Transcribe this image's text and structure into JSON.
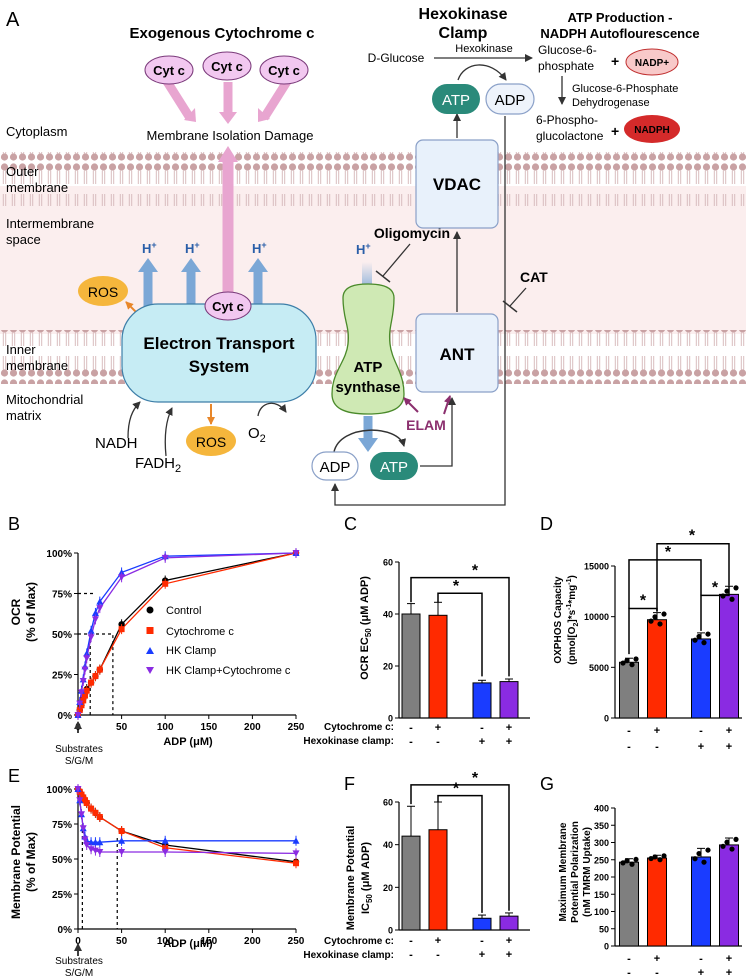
{
  "diagram": {
    "panel_label": "A",
    "exogenous_title": "Exogenous Cytochrome c",
    "cytc": "Cyt c",
    "membrane_damage": "Membrane Isolation Damage",
    "hexokinase_title": [
      "Hexokinase",
      "Clamp"
    ],
    "atp_production_title": [
      "ATP Production -",
      "NADPH Autoflourescence"
    ],
    "d_glucose": "D-Glucose",
    "hexokinase": "Hexokinase",
    "g6p": [
      "Glucose-6-",
      "phosphate"
    ],
    "plus": "+",
    "nadp_plus": "NADP+",
    "g6pd": [
      "Glucose-6-Phosphate",
      "Dehydrogenase"
    ],
    "pgl": [
      "6-Phospho-",
      "glucolactone"
    ],
    "nadph": "NADPH",
    "atp": "ATP",
    "adp": "ADP",
    "cytoplasm": "Cytoplasm",
    "outer_membrane": [
      "Outer",
      "membrane"
    ],
    "intermembrane": [
      "Intermembrane",
      "space"
    ],
    "inner_membrane": [
      "Inner",
      "membrane"
    ],
    "matrix": [
      "Mitochondrial",
      "matrix"
    ],
    "vdac": "VDAC",
    "ant": "ANT",
    "oligomycin": "Oligomycin",
    "cat": "CAT",
    "h_plus": "H",
    "h_sup": "+",
    "ros": "ROS",
    "ets": [
      "Electron Transport",
      "System"
    ],
    "atp_synthase": [
      "ATP",
      "synthase"
    ],
    "elam": "ELAM",
    "nadh": "NADH",
    "fadh": "FADH",
    "fadh_sub": "2",
    "o2": "O",
    "o2_sub": "2"
  },
  "panels": {
    "B": "B",
    "C": "C",
    "D": "D",
    "E": "E",
    "F": "F",
    "G": "G"
  },
  "treatment_labels": {
    "cytochrome_c": "Cytochrome c:",
    "hexokinase_clamp": "Hexokinase clamp:",
    "minus": "-",
    "plus": "+"
  },
  "substrates": [
    "Substrates",
    "S/G/M"
  ],
  "colors": {
    "control": "#7f7f7f",
    "cytochrome_c": "#ff2a00",
    "hk_clamp": "#1a3cff",
    "hk_clamp_cytc": "#8a2be2",
    "black": "#000000"
  },
  "chart_data": [
    {
      "panel": "B",
      "type": "scatter",
      "ylabel": [
        "OCR",
        "(% of Max)"
      ],
      "xlabel": "ADP (μM)",
      "xlim": [
        0,
        250
      ],
      "ylim": [
        0,
        100
      ],
      "xticks": [
        0,
        50,
        100,
        150,
        200,
        250
      ],
      "yticks": [
        "0%",
        "25%",
        "50%",
        "75%",
        "100%"
      ],
      "x": [
        0,
        2,
        4,
        6,
        8,
        10,
        15,
        20,
        25,
        50,
        100,
        250
      ],
      "series": [
        {
          "name": "Control",
          "values": [
            0,
            3,
            6,
            10,
            13,
            16,
            20,
            24,
            28,
            56,
            83,
            100
          ]
        },
        {
          "name": "Cytochrome c",
          "values": [
            0,
            3,
            6,
            9,
            12,
            15,
            20,
            24,
            28,
            53,
            81,
            100
          ]
        },
        {
          "name": "HK Clamp",
          "values": [
            0,
            8,
            15,
            22,
            30,
            38,
            52,
            63,
            70,
            88,
            98,
            100
          ]
        },
        {
          "name": "HK Clamp+Cytochrome c",
          "values": [
            0,
            7,
            14,
            21,
            28,
            35,
            48,
            59,
            66,
            85,
            97,
            100
          ]
        }
      ]
    },
    {
      "panel": "C",
      "type": "bar",
      "ylabel": [
        "OCR EC",
        "50",
        " (μM ADP)"
      ],
      "ylim": [
        0,
        60
      ],
      "yticks": [
        0,
        20,
        40,
        60
      ],
      "values": [
        40,
        39.5,
        13.5,
        14
      ],
      "errors": [
        4,
        5,
        1,
        1
      ],
      "significance": "*"
    },
    {
      "panel": "D",
      "type": "bar",
      "ylabel": [
        "OXPHOS Capacity",
        "(pmol[O",
        "2",
        "]*s",
        "-1",
        "*mg",
        "-1",
        ")"
      ],
      "ylim": [
        0,
        15000
      ],
      "yticks": [
        0,
        5000,
        10000,
        15000
      ],
      "values": [
        5500,
        9700,
        7800,
        12200
      ],
      "errors": [
        400,
        700,
        600,
        800
      ],
      "significance": "*"
    },
    {
      "panel": "E",
      "type": "scatter",
      "ylabel": [
        "Membrane Potential",
        "(% of Max)"
      ],
      "xlabel": "ADP (μM)",
      "xlim": [
        0,
        250
      ],
      "ylim": [
        0,
        100
      ],
      "xticks": [
        0,
        50,
        100,
        150,
        200,
        250
      ],
      "yticks": [
        "0%",
        "25%",
        "50%",
        "75%",
        "100%"
      ],
      "x": [
        0,
        2,
        4,
        6,
        8,
        10,
        15,
        20,
        25,
        50,
        100,
        250
      ],
      "series": [
        {
          "name": "Control",
          "values": [
            100,
            98,
            96,
            94,
            92,
            90,
            86,
            83,
            80,
            70,
            60,
            48
          ]
        },
        {
          "name": "Cytochrome c",
          "values": [
            100,
            98,
            96,
            94,
            92,
            90,
            86,
            83,
            80,
            70,
            58,
            47
          ]
        },
        {
          "name": "HK Clamp",
          "values": [
            100,
            92,
            82,
            72,
            66,
            63,
            62,
            62,
            62,
            63,
            63,
            63
          ]
        },
        {
          "name": "HK Clamp+Cytochrome c",
          "values": [
            100,
            92,
            82,
            72,
            64,
            60,
            57,
            56,
            55,
            55,
            55,
            54
          ]
        }
      ]
    },
    {
      "panel": "F",
      "type": "bar",
      "ylabel": [
        "Membrane Potential",
        "IC",
        "50",
        " (μM ADP)"
      ],
      "ylim": [
        0,
        60
      ],
      "yticks": [
        0,
        20,
        40,
        60
      ],
      "values": [
        44,
        47,
        5.5,
        6.5
      ],
      "errors": [
        14,
        13,
        1.5,
        1.5
      ],
      "significance": "*"
    },
    {
      "panel": "G",
      "type": "bar",
      "ylabel": [
        "Maximum Membrane",
        "Potential Polarization",
        "(nM TMRM Uptake)"
      ],
      "ylim": [
        0,
        400
      ],
      "yticks": [
        0,
        50,
        100,
        150,
        200,
        250,
        300,
        350,
        400
      ],
      "values": [
        243,
        255,
        258,
        293
      ],
      "errors": [
        10,
        8,
        25,
        20
      ]
    }
  ]
}
